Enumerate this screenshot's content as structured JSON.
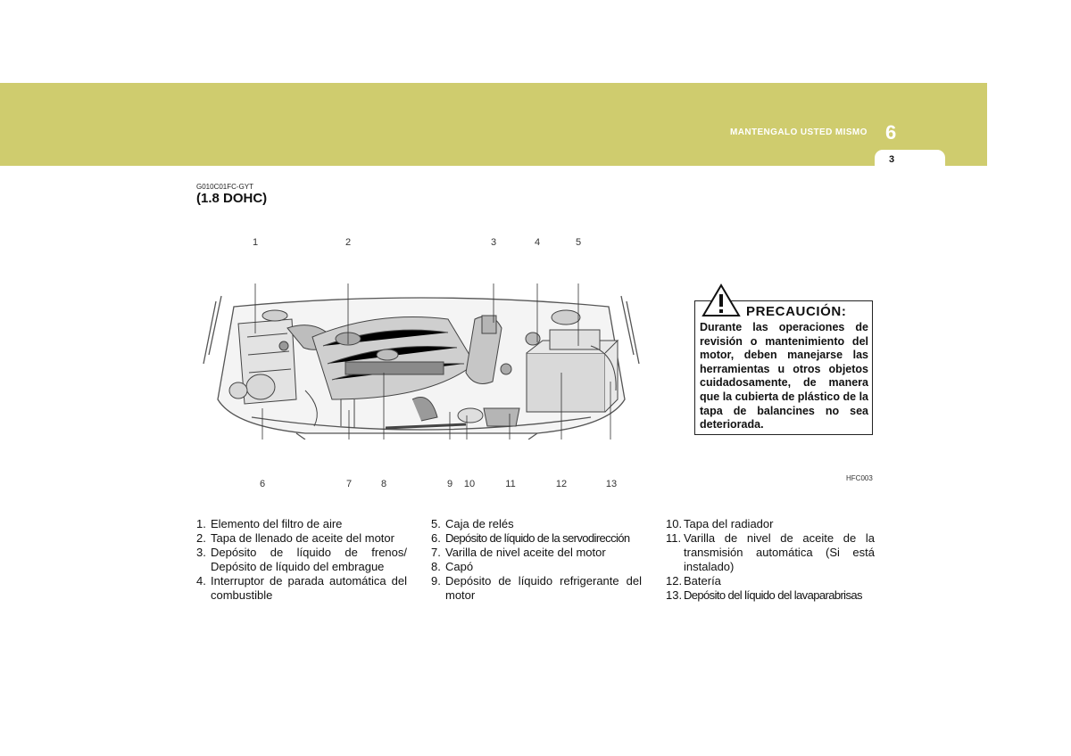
{
  "header": {
    "chapter_title": "MANTENGALO USTED MISMO",
    "chapter_number": "6",
    "page_number": "3",
    "band_color": "#cfcc6e"
  },
  "section": {
    "code": "G010C01FC-GYT",
    "title": "(1.8 DOHC)"
  },
  "figure": {
    "code": "HFC003",
    "top_callouts": [
      "1",
      "2",
      "3",
      "4",
      "5"
    ],
    "bottom_callouts": [
      "6",
      "7",
      "8",
      "9",
      "10",
      "11",
      "12",
      "13"
    ]
  },
  "caution": {
    "icon": "warning-triangle-icon",
    "title": "PRECAUCIÓN:",
    "body": "Durante las operaciones de revisión o mantenimiento del motor, deben manejarse las herramientas u otros objetos cuidadosamente, de manera que la cubierta de plástico de la tapa de balancines no sea deteriorada."
  },
  "legend": {
    "col1": [
      {
        "n": "1.",
        "text": "Elemento del filtro de aire"
      },
      {
        "n": "2.",
        "text": "Tapa de llenado de aceite del motor"
      },
      {
        "n": "3.",
        "text": "Depósito de líquido de frenos/ Depósito de líquido del embrague"
      },
      {
        "n": "4.",
        "text": "Interruptor de parada automática del combustible"
      }
    ],
    "col2": [
      {
        "n": "5.",
        "text": "Caja de relés"
      },
      {
        "n": "6.",
        "text": "Depósito de líquido de la servodirección"
      },
      {
        "n": "7.",
        "text": "Varilla de nivel aceite del motor"
      },
      {
        "n": "8.",
        "text": "Capó"
      },
      {
        "n": "9.",
        "text": "Depósito de líquido refrigerante del motor"
      }
    ],
    "col3": [
      {
        "n": "10.",
        "text": "Tapa del radiador"
      },
      {
        "n": "11.",
        "text": "Varilla de nivel de aceite de la transmisión automática (Si está instalado)"
      },
      {
        "n": "12.",
        "text": "Batería"
      },
      {
        "n": "13.",
        "text": "Depósito del líquido del lavaparabrisas"
      }
    ]
  }
}
